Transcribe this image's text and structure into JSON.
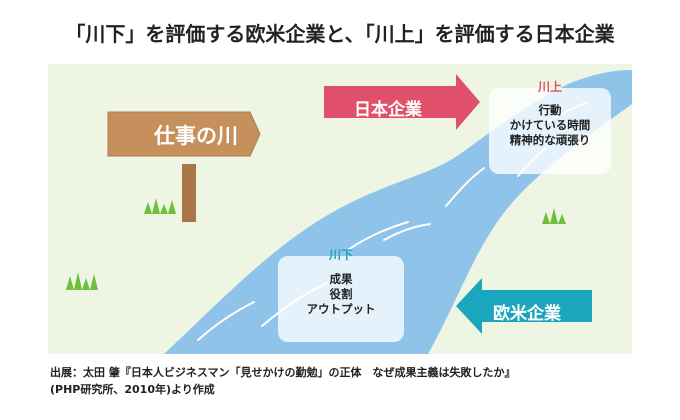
{
  "title": "「川下」を評価する欧米企業と、「川上」を評価する日本企業",
  "signpost": {
    "label": "仕事の川"
  },
  "arrows": {
    "japan": {
      "label": "日本企業",
      "color": "#e0506a"
    },
    "western": {
      "label": "欧米企業",
      "color": "#1aa7bd"
    }
  },
  "upstream_box": {
    "title": "川上",
    "lines": [
      "行動",
      "かけている時間",
      "精神的な頑張り"
    ]
  },
  "downstream_box": {
    "title": "川下",
    "lines": [
      "成果",
      "役割",
      "アウトプット"
    ]
  },
  "caption": {
    "line1": "出展：太田 肇『日本人ビジネスマン「見せかけの勤勉」の正体　なぜ成果主義は失敗したか』",
    "line2": "(PHP研究所、2010年)より作成"
  },
  "colors": {
    "background": "#eef5e3",
    "river": "#8fc3ea",
    "signpost": "#c6905c",
    "grass": "#6dbf3c"
  }
}
